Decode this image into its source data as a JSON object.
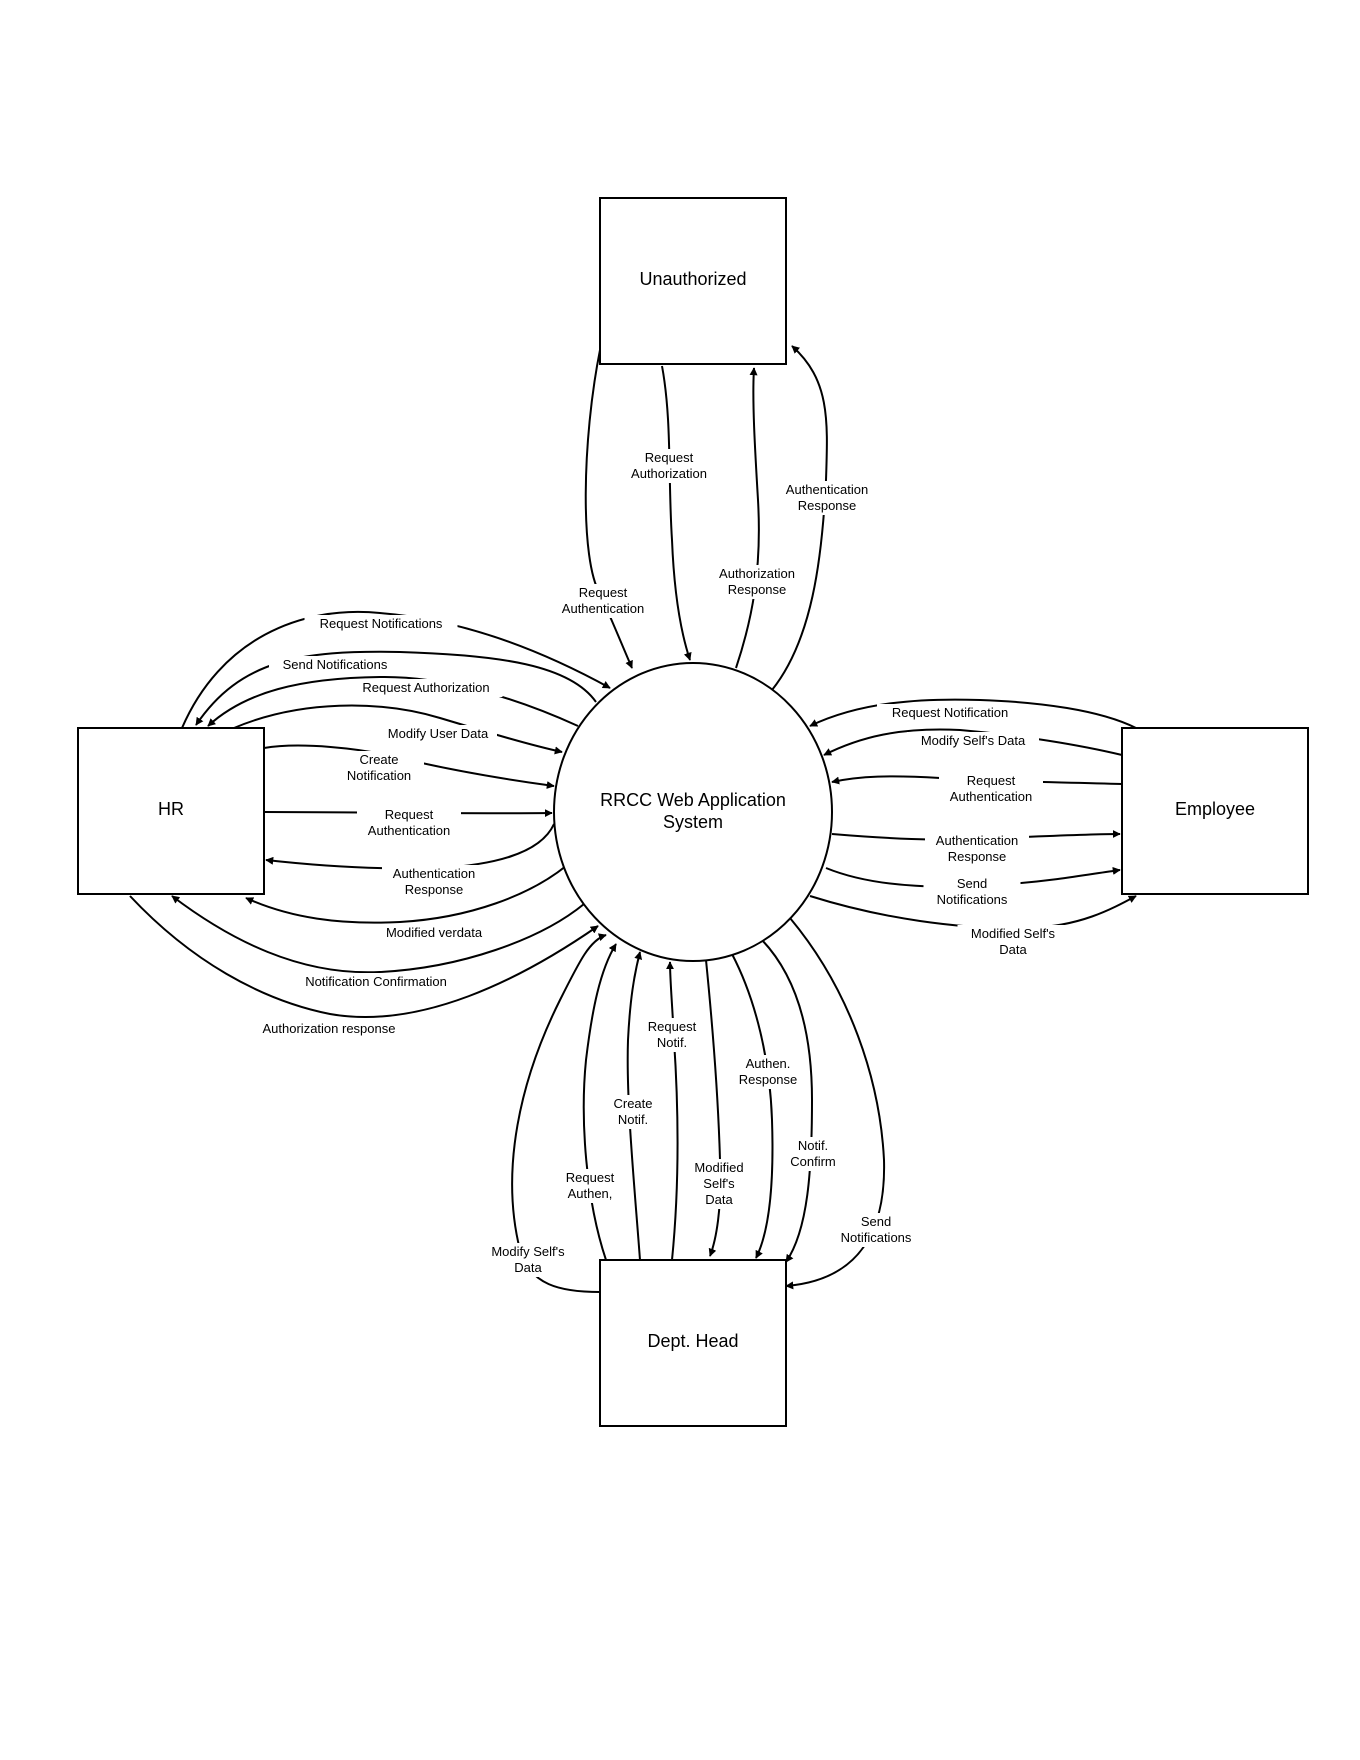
{
  "entities": {
    "unauthorized": "Unauthorized",
    "hr": "HR",
    "employee": "Employee",
    "dept_head": "Dept. Head"
  },
  "process": {
    "line1": "RRCC Web Application",
    "line2": "System"
  },
  "flows": {
    "u_req_authen": [
      "Request",
      "Authentication"
    ],
    "u_req_author": [
      "Request",
      "Authorization"
    ],
    "u_author_resp": [
      "Authorization",
      "Response"
    ],
    "u_authen_resp": [
      "Authentication",
      "Response"
    ],
    "hr_req_notifs": [
      "Request Notifications"
    ],
    "hr_send_notifs": [
      "Send Notifications"
    ],
    "hr_req_author": [
      "Request Authorization"
    ],
    "hr_modify_user": [
      "Modify User Data"
    ],
    "hr_create_notif": [
      "Create",
      "Notification"
    ],
    "hr_req_authen": [
      "Request",
      "Authentication"
    ],
    "hr_authen_resp": [
      "Authentication",
      "Response"
    ],
    "hr_modified_verdata": [
      "Modified verdata"
    ],
    "hr_notif_confirm": [
      "Notification Confirmation"
    ],
    "hr_author_resp": [
      "Authorization response"
    ],
    "e_req_notif": [
      "Request Notification"
    ],
    "e_modify_self": [
      "Modify Self's Data"
    ],
    "e_req_authen": [
      "Request",
      "Authentication"
    ],
    "e_authen_resp": [
      "Authentication",
      "Response"
    ],
    "e_send_notifs": [
      "Send",
      "Notifications"
    ],
    "e_modified_self": [
      "Modified Self's",
      "Data"
    ],
    "d_modify_self": [
      "Modify Self's",
      "Data"
    ],
    "d_req_authen": [
      "Request",
      "Authen,"
    ],
    "d_create_notif": [
      "Create",
      "Notif."
    ],
    "d_req_notif": [
      "Request",
      "Notif."
    ],
    "d_modified_self": [
      "Modified",
      "Self's",
      "Data"
    ],
    "d_authen_resp": [
      "Authen.",
      "Response"
    ],
    "d_notif_confirm": [
      "Notif.",
      "Confirm"
    ],
    "d_send_notifs": [
      "Send",
      "Notifications"
    ]
  }
}
